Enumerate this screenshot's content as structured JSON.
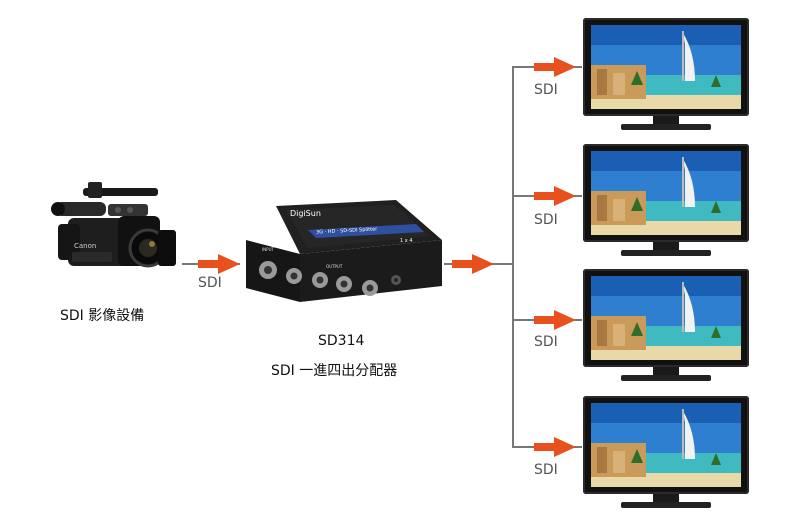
{
  "labels": {
    "input_signal": "SDI",
    "output_signals": [
      "SDI",
      "SDI",
      "SDI",
      "SDI"
    ],
    "source_device": "SDI 影像設備",
    "splitter_model": "SD314",
    "splitter_description": "SDI 一進四出分配器",
    "splitter_brand": "DigiSun",
    "splitter_band_text": "3G · HD · SD-SDI Splitter",
    "splitter_ratio": "1 x 4",
    "splitter_input_label": "INPUT",
    "splitter_output_label": "OUTPUT",
    "camera_brand": "Canon"
  },
  "colors": {
    "arrow": "#e8501e",
    "line": "#777777",
    "label": "#555555",
    "caption": "#111111",
    "device_body": "#1c1c1c",
    "device_band": "#2f4fa0"
  },
  "icons": {
    "source": "video-camera-icon",
    "splitter": "sdi-splitter-device",
    "displays": "tv-display-icon"
  }
}
